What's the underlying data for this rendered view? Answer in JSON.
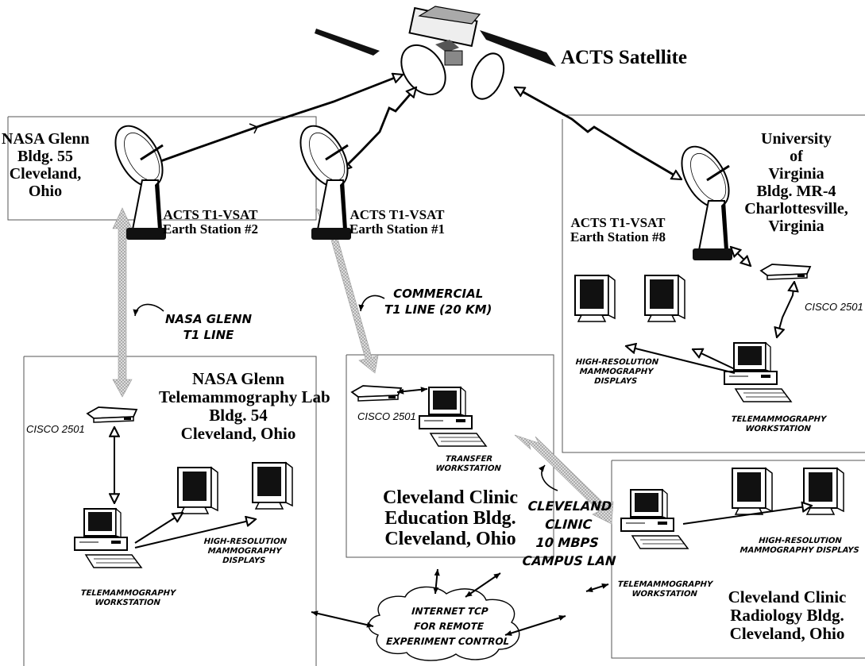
{
  "satellite": {
    "name": "ACTS Satellite"
  },
  "sites": {
    "nasa_glenn_b55": [
      "NASA Glenn",
      "Bldg. 55",
      "Cleveland,",
      "Ohio"
    ],
    "uva": [
      "University",
      "of",
      "Virginia",
      "Bldg. MR-4",
      "Charlottesville,",
      "Virginia"
    ],
    "nasa_lab": [
      "NASA Glenn",
      "Telemammography Lab",
      "Bldg. 54",
      "Cleveland, Ohio"
    ],
    "cc_education": [
      "Cleveland Clinic",
      "Education Bldg.",
      "Cleveland, Ohio"
    ],
    "cc_radiology": [
      "Cleveland Clinic",
      "Radiology Bldg.",
      "Cleveland, Ohio"
    ]
  },
  "earth_stations": {
    "es2": [
      "ACTS T1-VSAT",
      "Earth Station #2"
    ],
    "es1": [
      "ACTS T1-VSAT",
      "Earth Station #1"
    ],
    "es8": [
      "ACTS T1-VSAT",
      "Earth Station #8"
    ]
  },
  "links": {
    "nasa_t1": [
      "NASA GLENN",
      "T1 LINE"
    ],
    "commercial_t1": [
      "COMMERCIAL",
      "T1 LINE (20 KM)"
    ],
    "campus_lan": [
      "CLEVELAND",
      "CLINIC",
      "10 MBPS",
      "CAMPUS LAN"
    ],
    "internet": [
      "INTERNET TCP",
      "FOR REMOTE",
      "EXPERIMENT CONTROL"
    ]
  },
  "routers": {
    "uva": "CISCO 2501",
    "cc_education": "CISCO 2501",
    "nasa_lab": "CISCO 2501"
  },
  "equipment": {
    "uva_displays": [
      "HIGH-RESOLUTION",
      "MAMMOGRAPHY",
      "DISPLAYS"
    ],
    "uva_workstation": [
      "TELEMAMMOGRAPHY",
      "WORKSTATION"
    ],
    "transfer_workstation": [
      "TRANSFER",
      "WORKSTATION"
    ],
    "nasa_displays": [
      "HIGH-RESOLUTION",
      "MAMMOGRAPHY",
      "DISPLAYS"
    ],
    "nasa_workstation": [
      "TELEMAMMOGRAPHY",
      "WORKSTATION"
    ],
    "radiology_displays": [
      "HIGH-RESOLUTION",
      "MAMMOGRAPHY DISPLAYS"
    ],
    "radiology_workstation": [
      "TELEMAMMOGRAPHY",
      "WORKSTATION"
    ]
  }
}
